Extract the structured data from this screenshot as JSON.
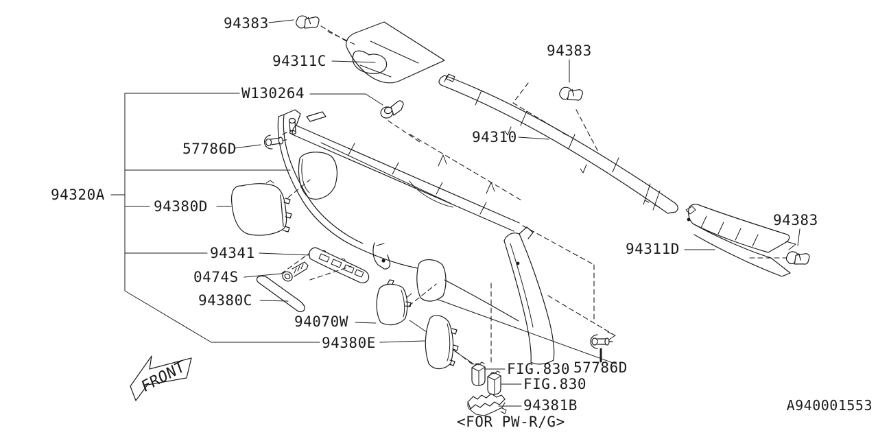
{
  "colors": {
    "line": "#1a1a1a",
    "background": "#ffffff"
  },
  "footer": {
    "diagram_id": "A940001553"
  },
  "orientation": {
    "front_label": "FRONT"
  },
  "note": {
    "pw_rg": "<FOR PW-R/G>"
  },
  "parts": {
    "clip_tl": {
      "number": "94383"
    },
    "corner_trim_upper": {
      "number": "94311C"
    },
    "rivet": {
      "number": "W130264"
    },
    "clip_tr": {
      "number": "94383"
    },
    "grommet_left": {
      "number": "57786D"
    },
    "rail_trim": {
      "number": "94310"
    },
    "trim_panel_group": {
      "number": "94320A"
    },
    "cover_d": {
      "number": "94380D"
    },
    "handle_strip": {
      "number": "94341"
    },
    "screw": {
      "number": "0474S"
    },
    "cover_c": {
      "number": "94380C"
    },
    "lamp_cover": {
      "number": "94070W"
    },
    "cover_e": {
      "number": "94380E"
    },
    "corner_trim_lower": {
      "number": "94311D"
    },
    "clip_right": {
      "number": "94383"
    },
    "grommet_bottom": {
      "number": "57786D"
    },
    "fig_ref_1": {
      "number": "FIG.830"
    },
    "fig_ref_2": {
      "number": "FIG.830"
    },
    "bracket_pw": {
      "number": "94381B"
    }
  }
}
